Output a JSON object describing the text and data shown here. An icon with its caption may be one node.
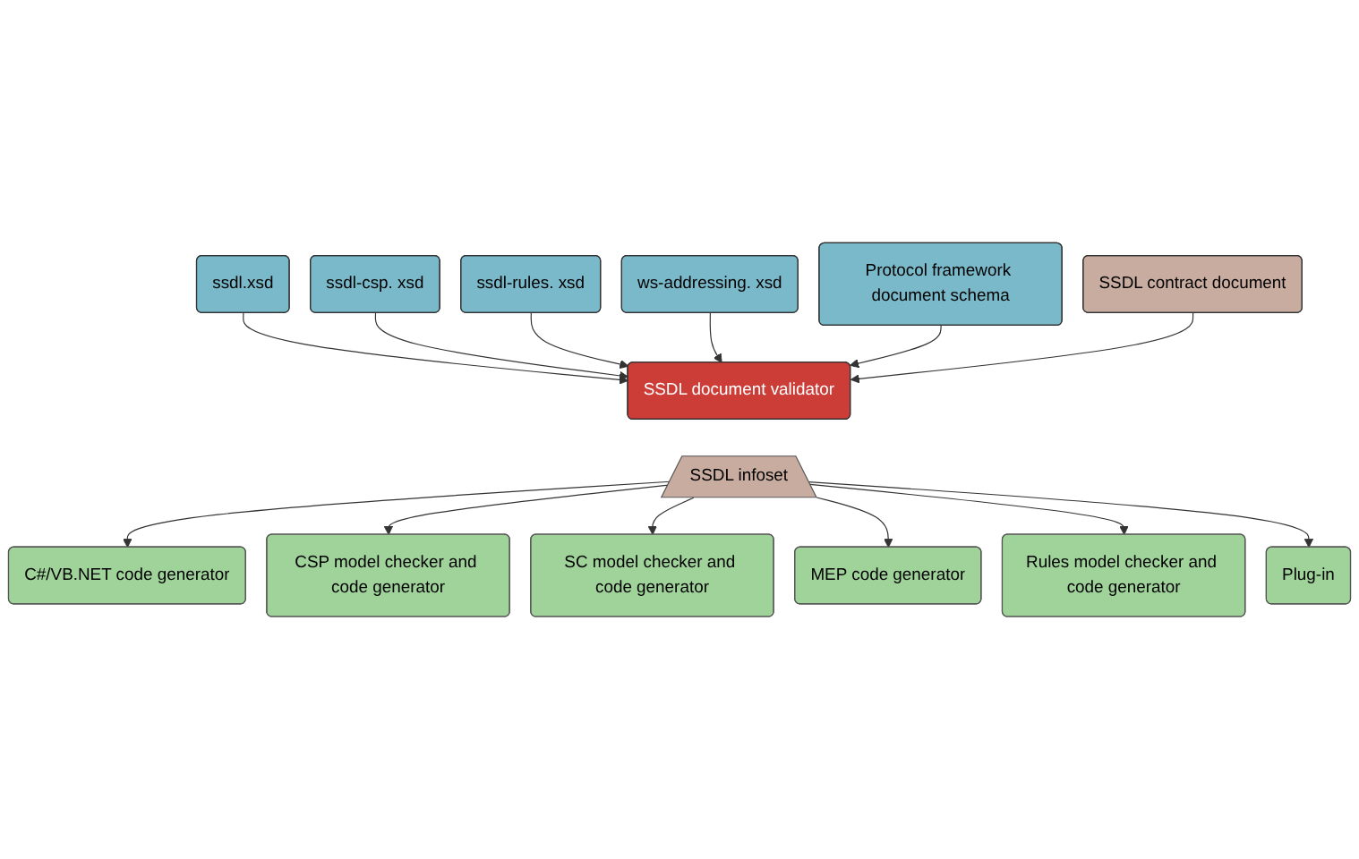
{
  "diagram": {
    "nodes": [
      {
        "text": [
          "ssdl.xsd"
        ]
      },
      {
        "text": [
          "ssdl-csp. xsd"
        ]
      },
      {
        "text": [
          "ssdl-rules. xsd"
        ]
      },
      {
        "text": [
          "ws-addressing. xsd"
        ]
      },
      {
        "text": [
          "Protocol framework document schema"
        ]
      },
      {
        "text": [
          "SSDL contract document"
        ]
      },
      {
        "text": [
          "SSDL document validator"
        ]
      },
      {
        "text": [
          "SSDL infoset"
        ]
      },
      {
        "text": [
          "C#/VB.NET code generator"
        ]
      },
      {
        "text": [
          "CSP model checker and code generator"
        ]
      },
      {
        "text": [
          "SC model checker and code generator"
        ]
      },
      {
        "text": [
          "MEP code generator"
        ]
      },
      {
        "text": [
          "Rules model checker and code generator"
        ]
      },
      {
        "text": [
          "Plug-in"
        ]
      }
    ],
    "edges": [
      {
        "from": 0,
        "to": 6,
        "arrow": "to"
      },
      {
        "from": 1,
        "to": 6,
        "arrow": "to"
      },
      {
        "from": 2,
        "to": 6,
        "arrow": "to"
      },
      {
        "from": 3,
        "to": 6,
        "arrow": "to"
      },
      {
        "from": 4,
        "to": 6,
        "arrow": "to"
      },
      {
        "from": 5,
        "to": 6,
        "arrow": "to"
      },
      {
        "from": 7,
        "to": 8,
        "arrow": "to"
      },
      {
        "from": 7,
        "to": 9,
        "arrow": "to"
      },
      {
        "from": 7,
        "to": 10,
        "arrow": "to"
      },
      {
        "from": 7,
        "to": 11,
        "arrow": "to"
      },
      {
        "from": 7,
        "to": 12,
        "arrow": "to"
      },
      {
        "from": 7,
        "to": 13,
        "arrow": "to"
      }
    ]
  }
}
